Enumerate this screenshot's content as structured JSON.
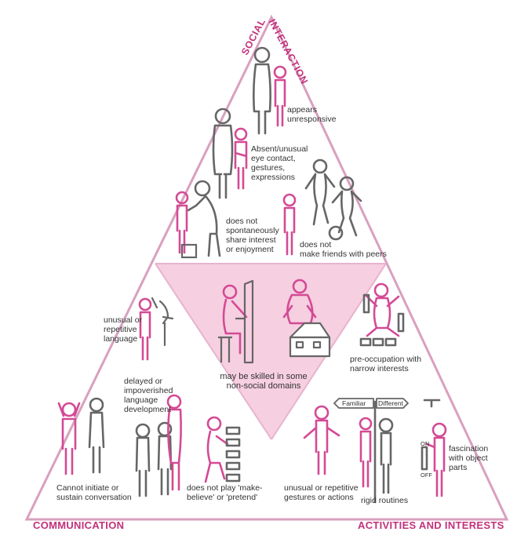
{
  "colors": {
    "pink": "#d44a95",
    "pink_fill": "#f6cfe0",
    "grey": "#666666",
    "text": "#333333",
    "heading": "#c2307a"
  },
  "headings": {
    "social_left": "SOCIAL",
    "social_right": "INTERACTION",
    "communication": "COMMUNICATION",
    "activities": "ACTIVITIES AND INTERESTS"
  },
  "social": {
    "unresponsive": "appears\nunresponsive",
    "eye_contact": "Absent/unusual\neye contact,\ngestures,\nexpressions",
    "share_interest": "does not\nspontaneously\nshare interest\nor enjoyment",
    "friends": "does not\nmake friends with peers"
  },
  "centre": {
    "skilled": "may be skilled in some\nnon-social domains"
  },
  "communication": {
    "unusual_language": "unusual or\nrepetitive\nlanguage",
    "delayed": "delayed or\nimpoverished\nlanguage\ndevelopment",
    "conversation": "Cannot initiate or\nsustain conversation",
    "pretend": "does not play 'make-\nbelieve' or 'pretend'"
  },
  "activities": {
    "preoccupation": "pre-occupation with\nnarrow interests",
    "gestures": "unusual or repetitive\ngestures or actions",
    "routines": "rigid routines",
    "object_parts": "fascination\nwith object\nparts",
    "sign_familiar": "Familiar",
    "sign_different": "Different",
    "switch_on": "ON",
    "switch_off": "OFF"
  }
}
